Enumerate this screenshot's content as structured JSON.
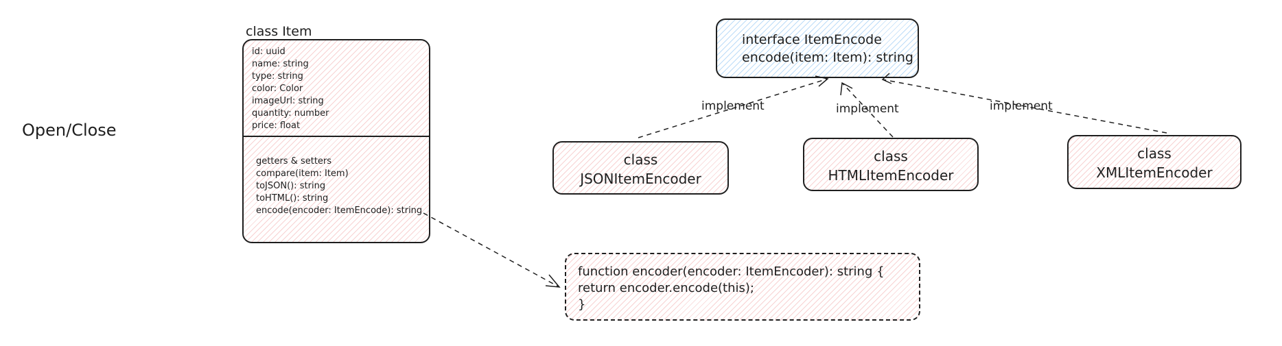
{
  "title": "Open/Close",
  "class_item": {
    "title": "class Item",
    "fields": [
      "id: uuid",
      "name: string",
      "type: string",
      "color: Color",
      "imageUrl: string",
      "quantity: number",
      "price: float"
    ],
    "methods": [
      "getters & setters",
      "compare(item: Item)",
      "toJSON(): string",
      "toHTML(): string",
      "encode(encoder: ItemEncode): string"
    ]
  },
  "interface": {
    "line1": "interface ItemEncode",
    "line2": "encode(item: Item): string"
  },
  "encoders": [
    {
      "line1": "class",
      "line2": "JSONItemEncoder"
    },
    {
      "line1": "class",
      "line2": "HTMLItemEncoder"
    },
    {
      "line1": "class",
      "line2": "XMLItemEncoder"
    }
  ],
  "edge_labels": [
    "implement",
    "implement",
    "implement"
  ],
  "function_box": {
    "code": "function encoder(encoder: ItemEncoder): string {\nreturn encoder.encode(this);\n}"
  },
  "colors": {
    "stroke": "#1e1e1e",
    "class_fill_hatch": "#e03131",
    "interface_fill_hatch": "#228be6"
  }
}
